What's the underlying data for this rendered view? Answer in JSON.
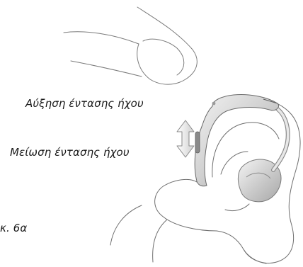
{
  "labels": {
    "volume_up": "Αύξηση έντασης ήχου",
    "volume_down": "Μείωση έντασης ήχου",
    "figure_caption": "κ. 6α"
  },
  "icons": {
    "finger": "finger-icon",
    "ear": "ear-icon",
    "hearing_aid": "hearing-aid-icon",
    "volume_arrow": "double-arrow-icon"
  },
  "colors": {
    "line": "#6e6e6e",
    "device_body": "#d9d9d9",
    "device_edge": "#7a7a7a",
    "ear_mold": "#c8c8c8",
    "arrow_fill": "#e6e6e6"
  }
}
